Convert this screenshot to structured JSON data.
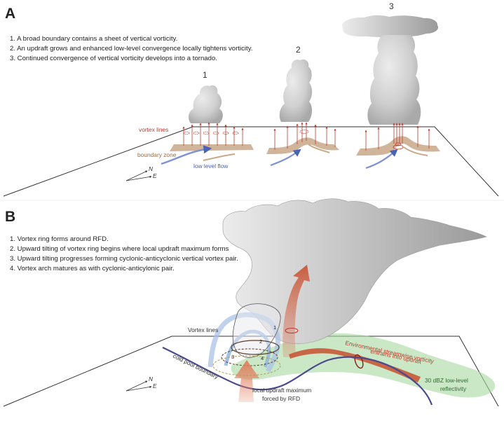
{
  "panel_a": {
    "letter": "A",
    "steps": [
      "1.  A broad boundary contains a sheet of vertical vorticity.",
      "2.  An updraft grows and enhanced low-level convergence locally tightens vorticity.",
      "3.  Continued convergence of vertical vorticity develops into a tornado."
    ],
    "stage_numbers": [
      "1",
      "2",
      "3"
    ],
    "labels": {
      "vortex_lines": "vortex lines",
      "boundary_zone": "boundary zone",
      "low_level_flow": "low level flow"
    },
    "compass": {
      "north": "N",
      "east": "E"
    }
  },
  "panel_b": {
    "letter": "B",
    "steps": [
      "1.  Vortex ring forms around RFD.",
      "2.  Upward tilting of vortex ring begins where local updraft maximum forms",
      "3.  Upward tilting progresses forming cyclonic-anticyclonic vertical vortex pair.",
      "4.  Vortex arch matures as with cyclonic-anticylonic pair."
    ],
    "ring_numbers": [
      "1",
      "2",
      "3",
      "4"
    ],
    "labels": {
      "vortex_lines": "Vortex lines",
      "cold_pool_boundary": "cold pool boundary",
      "local_updraft_line1": "local updraft maximum",
      "local_updraft_line2": "forced by RFD",
      "streamwise_line1": "Environmental streamwise vorticity",
      "streamwise_line2": "entrains into updraft",
      "reflectivity_line1": "30 dBZ low-level",
      "reflectivity_line2": "reflectivity"
    },
    "compass": {
      "north": "N",
      "east": "E"
    }
  },
  "colors": {
    "vortex_red": "#c0392b",
    "boundary_tan": "#b89572",
    "flow_blue": "#4a63b3",
    "cloud_gray": "#c9c9c9",
    "reflectivity_green": "#a9d8a0",
    "cold_pool_purple": "#4b4a8c",
    "arrow_orange": "#d86a4a"
  }
}
